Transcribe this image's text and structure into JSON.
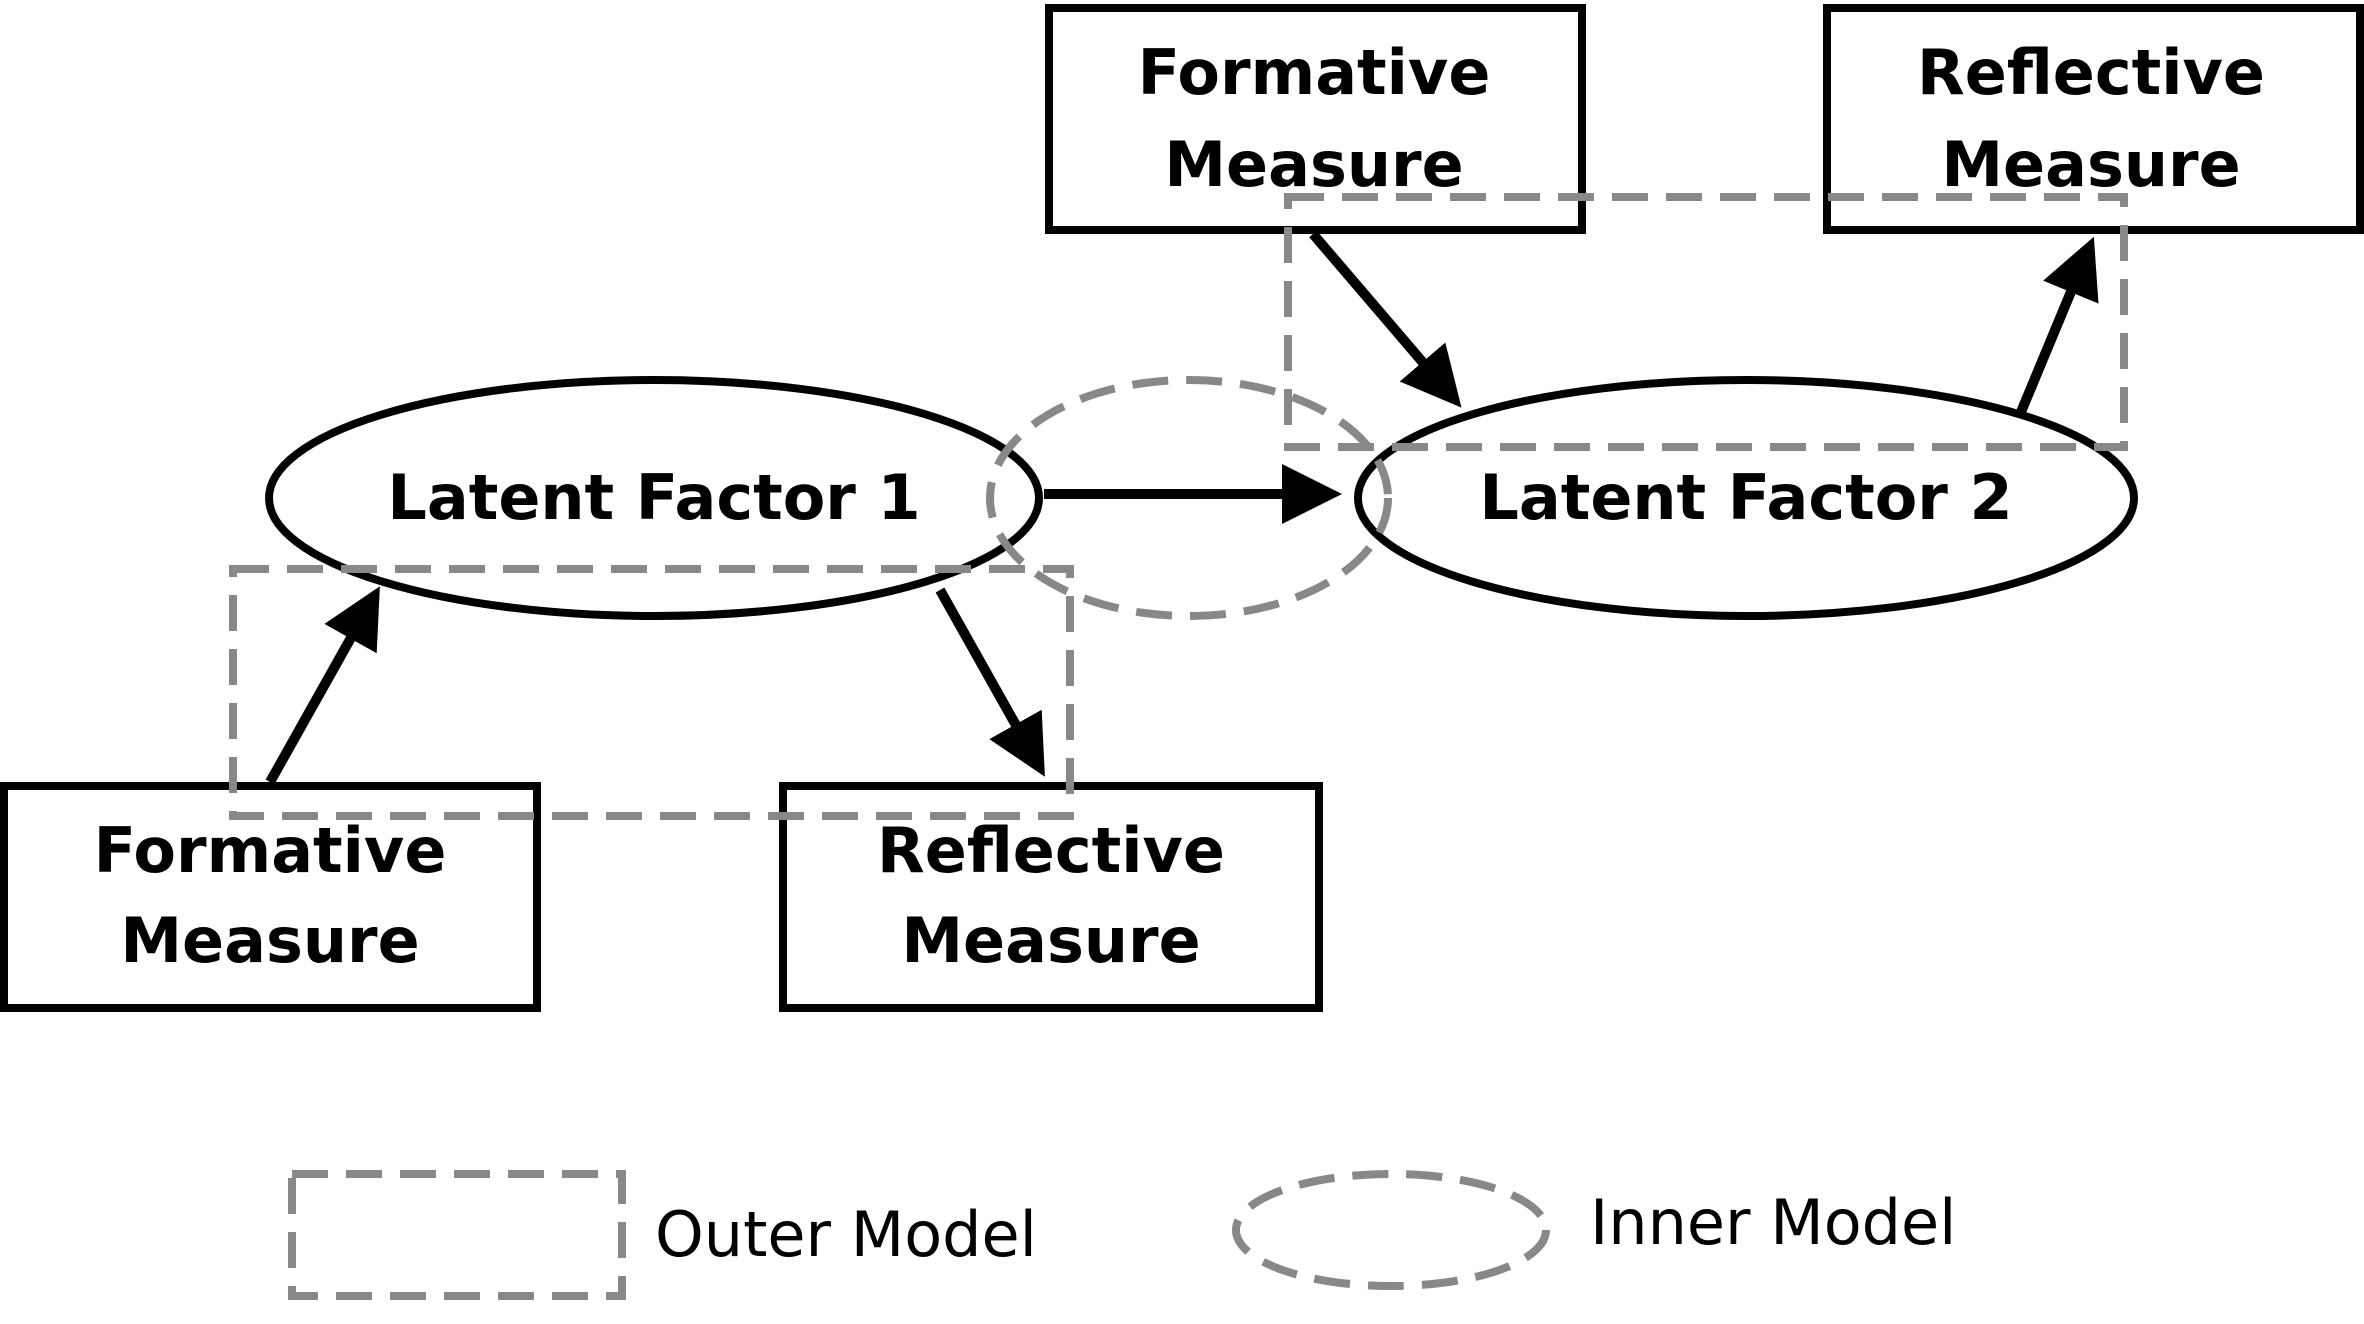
{
  "diagram": {
    "latent_factor_1": "Latent Factor 1",
    "latent_factor_2": "Latent Factor 2",
    "formative_measure_1": {
      "line1": "Formative",
      "line2": "Measure"
    },
    "reflective_measure_1": {
      "line1": "Reflective",
      "line2": "Measure"
    },
    "formative_measure_2": {
      "line1": "Formative",
      "line2": "Measure"
    },
    "reflective_measure_2": {
      "line1": "Reflective",
      "line2": "Measure"
    }
  },
  "legend": {
    "outer_model": "Outer Model",
    "inner_model": "Inner Model"
  },
  "colors": {
    "stroke": "#000000",
    "dashed": "#888888",
    "background": "#ffffff"
  }
}
